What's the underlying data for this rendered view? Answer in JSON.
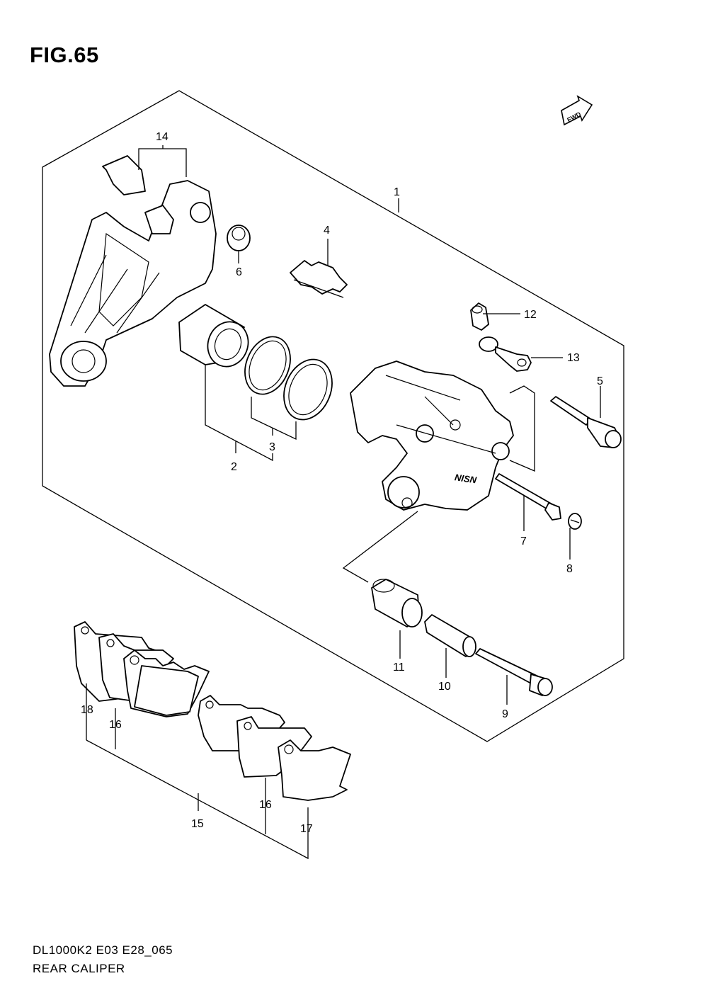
{
  "figure": {
    "title": "FIG.65"
  },
  "fwd_badge": "FWD",
  "caliper_logo": "NISN",
  "callouts": [
    {
      "id": "1",
      "label": "1"
    },
    {
      "id": "2",
      "label": "2"
    },
    {
      "id": "3",
      "label": "3"
    },
    {
      "id": "4",
      "label": "4"
    },
    {
      "id": "5",
      "label": "5"
    },
    {
      "id": "6",
      "label": "6"
    },
    {
      "id": "7",
      "label": "7"
    },
    {
      "id": "8",
      "label": "8"
    },
    {
      "id": "9",
      "label": "9"
    },
    {
      "id": "10",
      "label": "10"
    },
    {
      "id": "11",
      "label": "11"
    },
    {
      "id": "12",
      "label": "12"
    },
    {
      "id": "13",
      "label": "13"
    },
    {
      "id": "14",
      "label": "14"
    },
    {
      "id": "15",
      "label": "15"
    },
    {
      "id": "16a",
      "label": "16"
    },
    {
      "id": "16b",
      "label": "16"
    },
    {
      "id": "17",
      "label": "17"
    },
    {
      "id": "18",
      "label": "18"
    }
  ],
  "footer": {
    "code": "DL1000K2 E03 E28_065",
    "name": "REAR CALIPER"
  }
}
